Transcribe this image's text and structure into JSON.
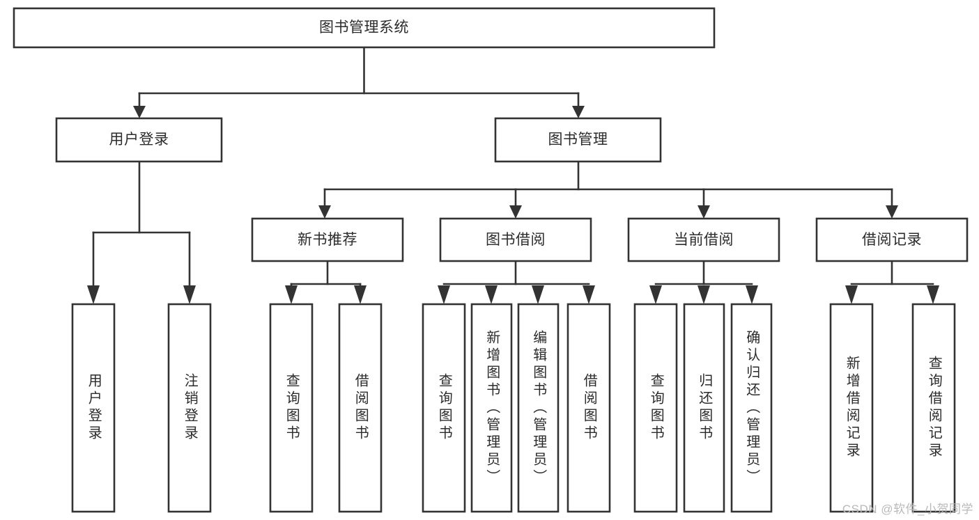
{
  "diagram": {
    "title": "图书管理系统",
    "style": {
      "box_fill": "#ffffff",
      "box_stroke": "#333333",
      "text_color": "#2b2b2b",
      "background": "#ffffff",
      "watermark_color": "#b9b9b9"
    },
    "root": {
      "label": "图书管理系统",
      "orientation": "horizontal"
    },
    "level2": [
      {
        "label": "用户登录",
        "orientation": "horizontal"
      },
      {
        "label": "图书管理",
        "orientation": "horizontal"
      }
    ],
    "level3": [
      {
        "label": "新书推荐",
        "orientation": "horizontal"
      },
      {
        "label": "图书借阅",
        "orientation": "horizontal"
      },
      {
        "label": "当前借阅",
        "orientation": "horizontal"
      },
      {
        "label": "借阅记录",
        "orientation": "horizontal"
      }
    ],
    "leaves": {
      "user_login": [
        {
          "label": "用户登录",
          "orientation": "vertical"
        },
        {
          "label": "注销登录",
          "orientation": "vertical"
        }
      ],
      "new_book_recommend": [
        {
          "label": "查询图书",
          "orientation": "vertical"
        },
        {
          "label": "借阅图书",
          "orientation": "vertical"
        }
      ],
      "book_borrow": [
        {
          "label": "查询图书",
          "orientation": "vertical"
        },
        {
          "label": "新增图书（管理员）",
          "orientation": "vertical"
        },
        {
          "label": "编辑图书（管理员）",
          "orientation": "vertical"
        },
        {
          "label": "借阅图书",
          "orientation": "vertical"
        }
      ],
      "current_borrow": [
        {
          "label": "查询图书",
          "orientation": "vertical"
        },
        {
          "label": "归还图书",
          "orientation": "vertical"
        },
        {
          "label": "确认归还（管理员）",
          "orientation": "vertical"
        }
      ],
      "borrow_record": [
        {
          "label": "新增借阅记录",
          "orientation": "vertical"
        },
        {
          "label": "查询借阅记录",
          "orientation": "vertical"
        }
      ]
    },
    "watermark": "CSDN @软件_小贺同学"
  }
}
